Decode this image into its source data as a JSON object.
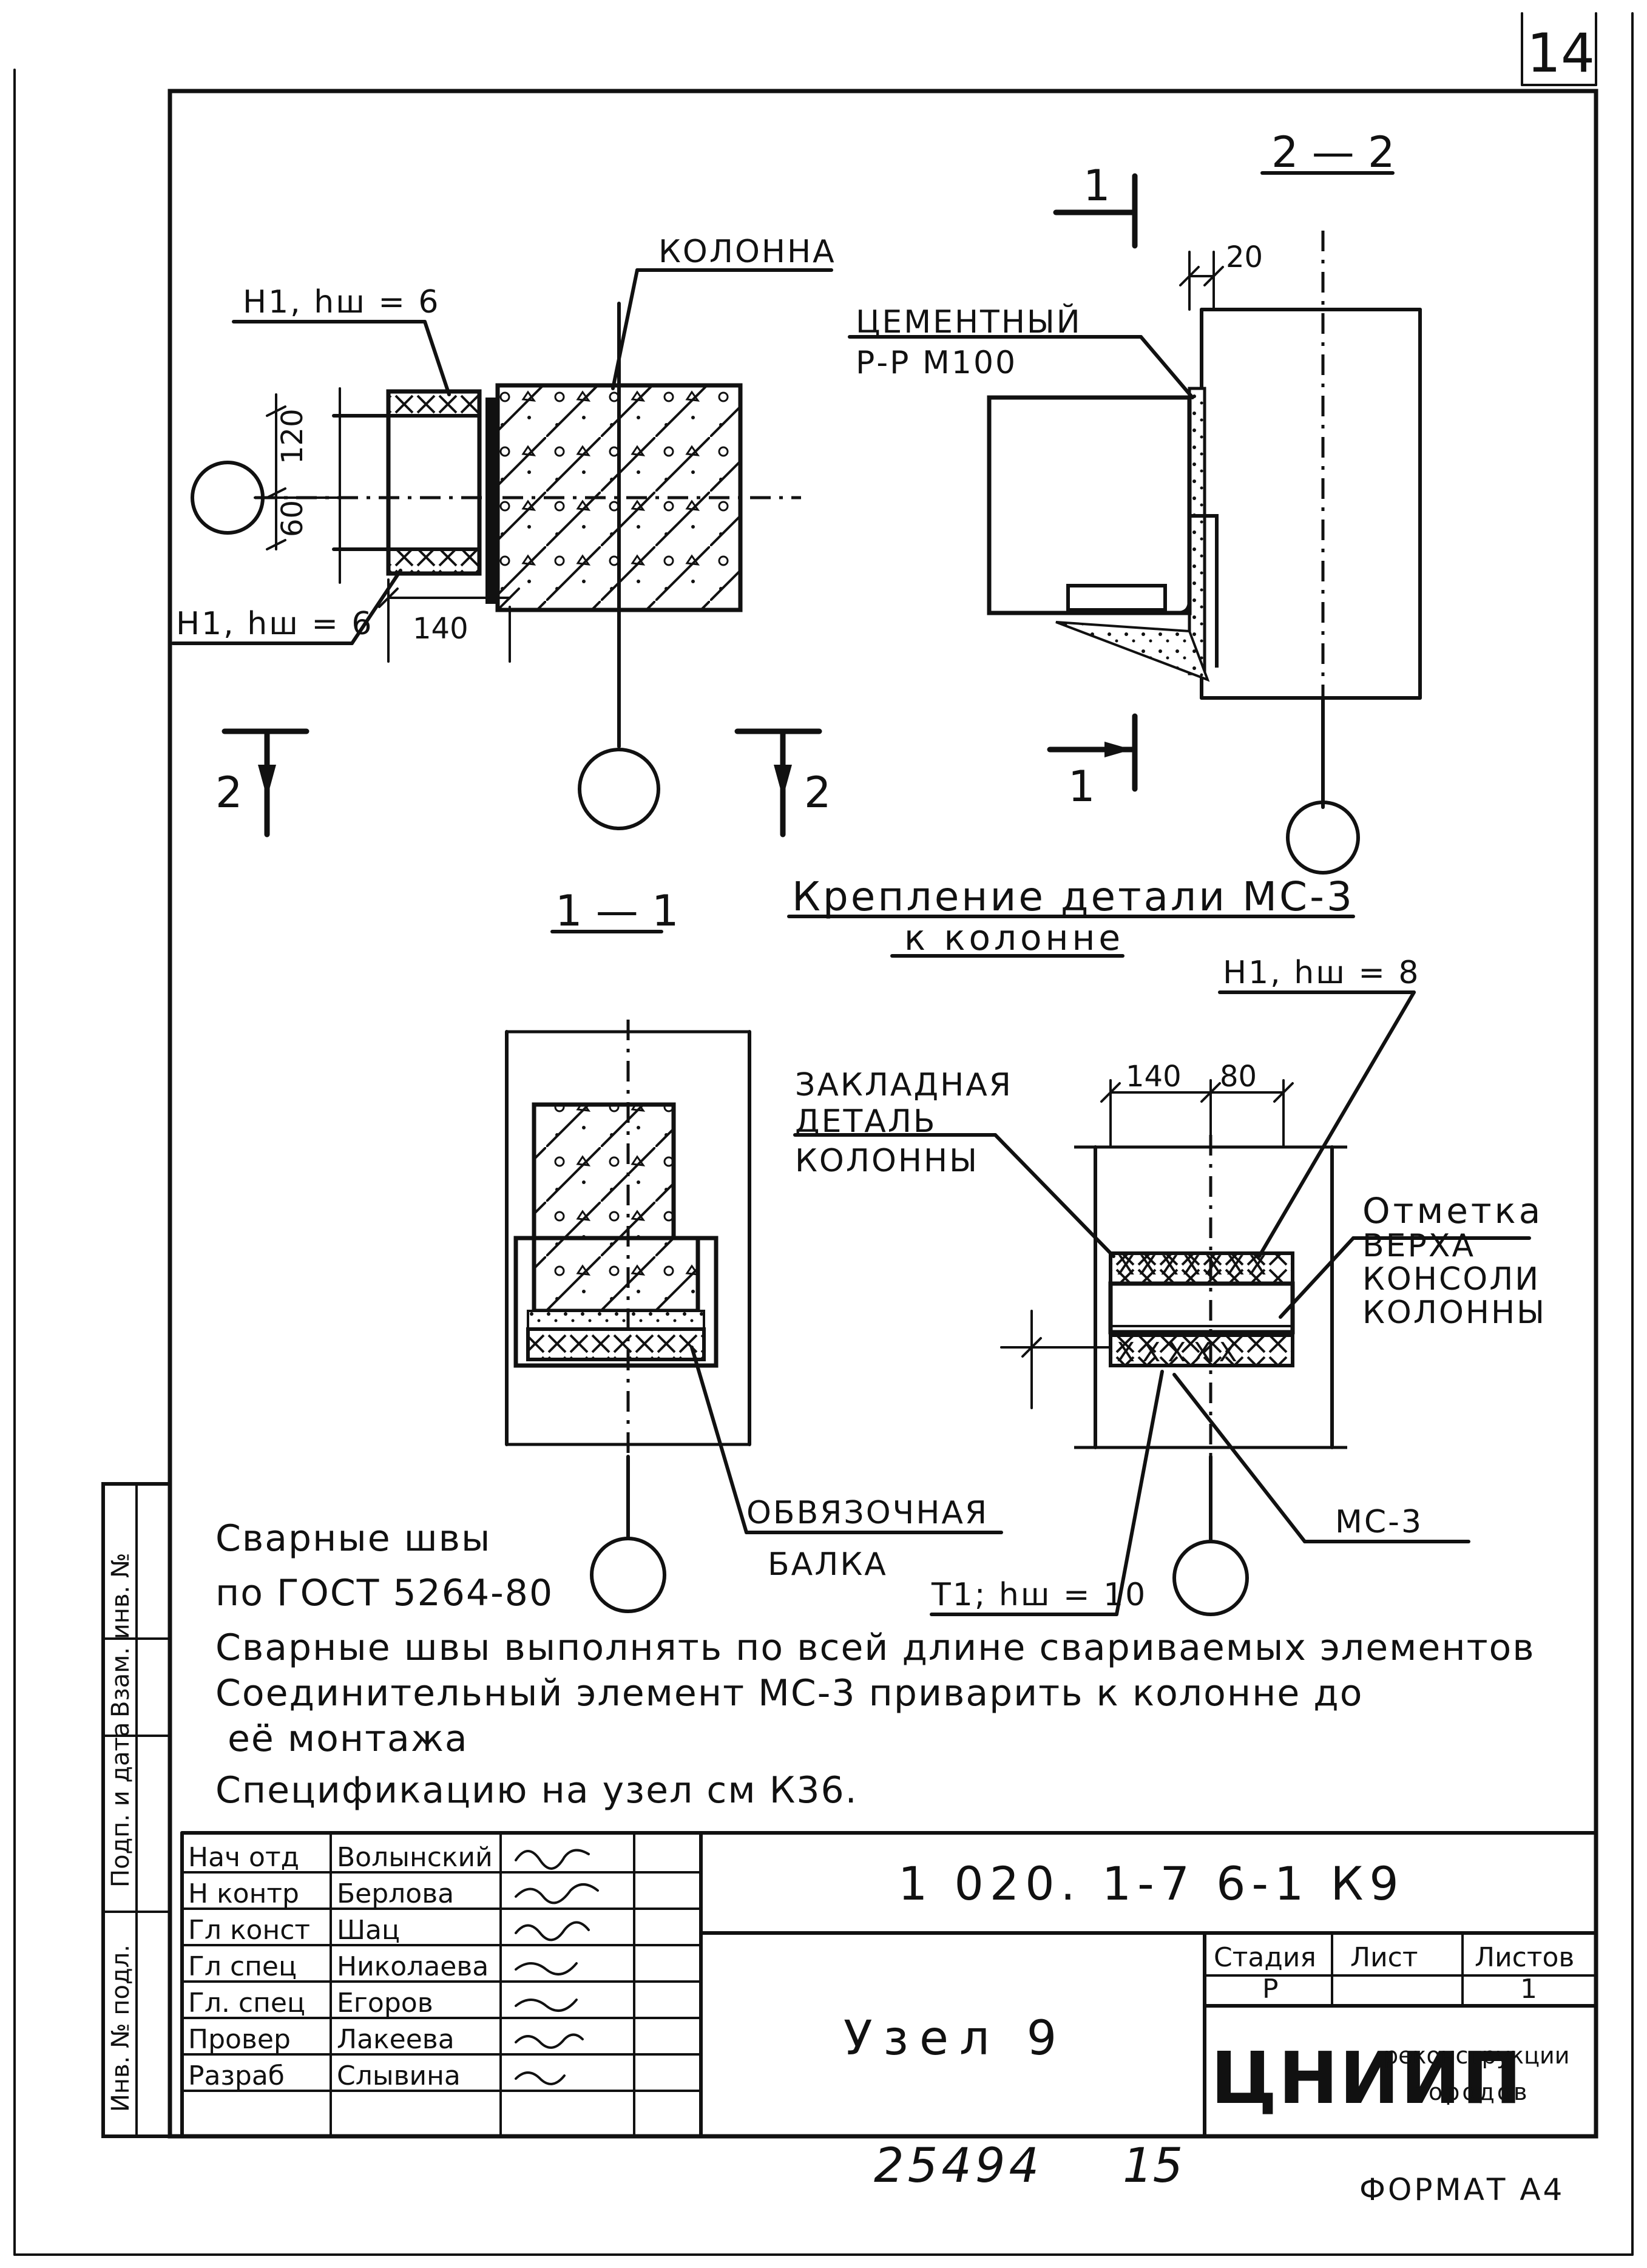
{
  "sheet": {
    "page_number": "14",
    "format_label": "ФОРМАТ А4",
    "archive_number": "25494",
    "archive_sheet": "15"
  },
  "plan_view": {
    "label_column": "КОЛОННА",
    "weld_top": "Н1, hш = 6",
    "weld_bottom": "Н1, hш = 6",
    "dim_120": "120",
    "dim_60": "60",
    "dim_140": "140",
    "section_2_left": "2",
    "section_2_right": "2"
  },
  "section_2_2": {
    "title": "2 — 2",
    "mortar_line1": "ЦЕМЕНТНЫЙ",
    "mortar_line2": "Р-Р  М100",
    "dim_20": "20",
    "cut_1_top": "1",
    "cut_1_bottom": "1"
  },
  "section_1_1": {
    "title": "1 — 1",
    "label_beam_line1": "ОБВЯЗОЧНАЯ",
    "label_beam_line2": "БАЛКА"
  },
  "detail_mc3": {
    "title_line1": "Крепление  детали МС-3",
    "title_line2": "к  колонне",
    "weld_top": "Н1, hш = 8",
    "dim_140": "140",
    "dim_80": "80",
    "embedded_line1": "ЗАКЛАДНАЯ",
    "embedded_line2": "ДЕТАЛЬ",
    "embedded_line3": "КОЛОННЫ",
    "mark_line1": "Отметка",
    "mark_line2": "ВЕРХА",
    "mark_line3": "КОНСОЛИ",
    "mark_line4": "КОЛОННЫ",
    "element_label": "МС-3",
    "weld_bottom": "Т1; hш = 10",
    "weld_symbols_top": "XXXXXXX",
    "weld_symbols_bottom": "XXXXX"
  },
  "notes": {
    "line1": "Сварные  швы",
    "line2": "по ГОСТ 5264-80",
    "line3": "Сварные швы выполнять по всей длине  свариваемых  элементов",
    "line4": "Соединительный  элемент МС-3  приварить  к колонне до",
    "line5": "её  монтажа",
    "line6": "Спецификацию   на   узел   см К36."
  },
  "side_stamp": {
    "cells": [
      "Инв. № подл.",
      "Подп. и дата",
      "Взам. инв. №"
    ]
  },
  "title_block": {
    "designation": "1 020. 1-7   6-1   К9",
    "drawing_title": "Узел 9",
    "stage_header": "Стадия",
    "sheet_header": "Лист",
    "sheets_header": "Листов",
    "stage_value": "Р",
    "sheets_value": "1",
    "org_logo": "ЦНИИП",
    "org_line1": "реконструкции",
    "org_line2": "городов",
    "staff": [
      {
        "role": "Нач отд",
        "name": "Волынский"
      },
      {
        "role": "Н контр",
        "name": "Берлова"
      },
      {
        "role": "Гл конст",
        "name": "Шац"
      },
      {
        "role": "Гл спец",
        "name": "Николаева"
      },
      {
        "role": "Гл. спец",
        "name": "Егоров"
      },
      {
        "role": "Провер",
        "name": "Лакеева"
      },
      {
        "role": "Разраб",
        "name": "Слывина"
      }
    ]
  }
}
